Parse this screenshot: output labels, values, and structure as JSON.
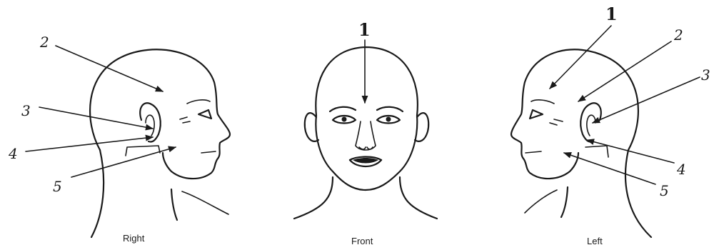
{
  "views": [
    {
      "id": "right",
      "caption": "Right",
      "labels": [
        "2",
        "3",
        "4",
        "5"
      ]
    },
    {
      "id": "front",
      "caption": "Front",
      "labels": [
        "1"
      ]
    },
    {
      "id": "left",
      "caption": "Left",
      "labels": [
        "1",
        "2",
        "3",
        "4",
        "5"
      ]
    }
  ]
}
